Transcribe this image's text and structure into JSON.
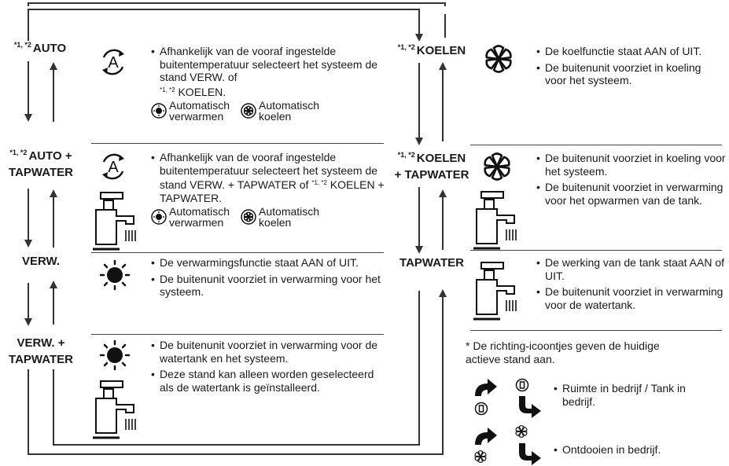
{
  "left_modes": {
    "auto": {
      "sup": "*1, *2",
      "name": "AUTO"
    },
    "auto_tap": {
      "sup": "*1, *2",
      "line1": "AUTO +",
      "line2": "TAPWATER"
    },
    "verw": {
      "name": "VERW."
    },
    "verw_tap": {
      "line1": "VERW. +",
      "line2": "TAPWATER"
    }
  },
  "right_modes": {
    "koelen": {
      "sup": "*1, *2",
      "name": "KOELEN"
    },
    "koelen_tap": {
      "sup": "*1, *2",
      "line1": "KOELEN",
      "line2": "+ TAPWATER"
    },
    "tapwater": {
      "name": "TAPWATER"
    }
  },
  "descriptions": {
    "auto": {
      "bullet1": "Afhankelijk van de vooraf ingestelde buitentemperatuur selecteert het systeem de stand VERW. of",
      "bullet1_sup": "*1, *2",
      "bullet1_end": " KOELEN.",
      "sub_heat": [
        "Automatisch",
        "verwarmen"
      ],
      "sub_cool": [
        "Automatisch",
        "koelen"
      ]
    },
    "auto_tap": {
      "bullet1": "Afhankelijk van de vooraf ingestelde buitentemperatuur selecteert het systeem de stand VERW. + TAPWATER of ",
      "bullet1_sup": "*1, *2",
      "bullet1_end": " KOELEN + TAPWATER.",
      "sub_heat": [
        "Automatisch",
        "verwarmen"
      ],
      "sub_cool": [
        "Automatisch",
        "koelen"
      ]
    },
    "verw": {
      "bullets": [
        "De verwarmingsfunctie staat AAN of UIT.",
        "De buitenunit voorziet in verwarming voor het systeem."
      ]
    },
    "verw_tap": {
      "bullets": [
        "De buitenunit voorziet in verwarming voor de watertank en het systeem.",
        "Deze stand kan alleen worden geselecteerd als de watertank is geïnstalleerd."
      ]
    },
    "koelen": {
      "bullets": [
        "De koelfunctie staat AAN of UIT.",
        "De buitenunit voorziet in koeling voor het systeem."
      ]
    },
    "koelen_tap": {
      "bullets": [
        "De buitenunit voorziet in koeling voor het systeem.",
        "De buitenunit voorziet in verwarming voor het opwarmen van de tank."
      ]
    },
    "tapwater": {
      "bullets": [
        "De werking van de tank staat AAN of UIT.",
        "De buitenunit voorziet in verwarming voor de watertank."
      ]
    }
  },
  "note": {
    "line": "* De richting-icoontjes geven de huidige actieve stand aan.",
    "items": [
      "Ruimte in bedrijf / Tank in bedrijf.",
      "Ontdooien in bedrijf."
    ]
  },
  "icons": {
    "auto": "auto-mode-icon",
    "heat": "sun-icon",
    "cool": "snowflake-icon",
    "tank": "faucet-icon",
    "direction": "direction-arrow-icon"
  }
}
